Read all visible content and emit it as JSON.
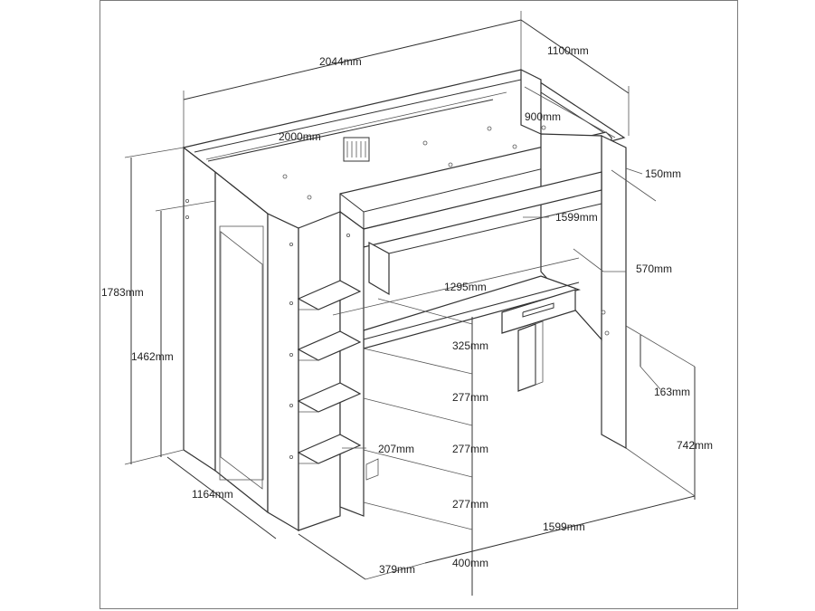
{
  "diagram": {
    "dimensions": {
      "overall_length": "2044mm",
      "overall_depth": "1100mm",
      "mattress_length": "2000mm",
      "mattress_width": "900mm",
      "guard_height": "150mm",
      "desk_width_top": "1599mm",
      "desk_depth": "570mm",
      "desk_span": "1295mm",
      "overall_height": "1783mm",
      "under_bed_height": "1462mm",
      "step_1": "325mm",
      "step_2": "277mm",
      "step_3": "277mm",
      "step_4": "277mm",
      "step_bottom": "400mm",
      "drawer_height": "163mm",
      "desk_height": "742mm",
      "wardrobe_depth": "1164mm",
      "shelf_depth": "207mm",
      "stairs_width": "379mm",
      "desk_width_bottom": "1599mm"
    },
    "colors": {
      "line": "#333333",
      "background": "#ffffff",
      "frame": "#7a7a7a"
    }
  }
}
